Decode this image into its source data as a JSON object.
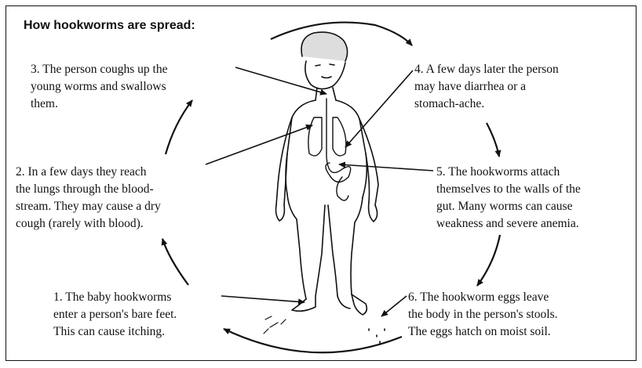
{
  "title": "How hookworms are spread:",
  "steps": {
    "s1": "1. The baby hookworms\nenter a person's bare feet.\nThis can cause itching.",
    "s2": "2. In a few days they reach\nthe lungs through the blood-\nstream. They may cause a dry\ncough (rarely with blood).",
    "s3": "3. The person coughs up the\nyoung worms and swallows\nthem.",
    "s4": "4. A few days later the person\nmay have diarrhea or a\nstomach-ache.",
    "s5": "5. The hookworms attach\nthemselves to the walls of the\ngut. Many worms can cause\nweakness and severe anemia.",
    "s6": "6. The hookworm eggs leave\nthe body in the person's stools.\nThe eggs hatch on moist soil."
  },
  "colors": {
    "ink": "#111111",
    "background": "#ffffff"
  },
  "icons": [
    "child-figure-illustration",
    "cycle-arrow"
  ]
}
